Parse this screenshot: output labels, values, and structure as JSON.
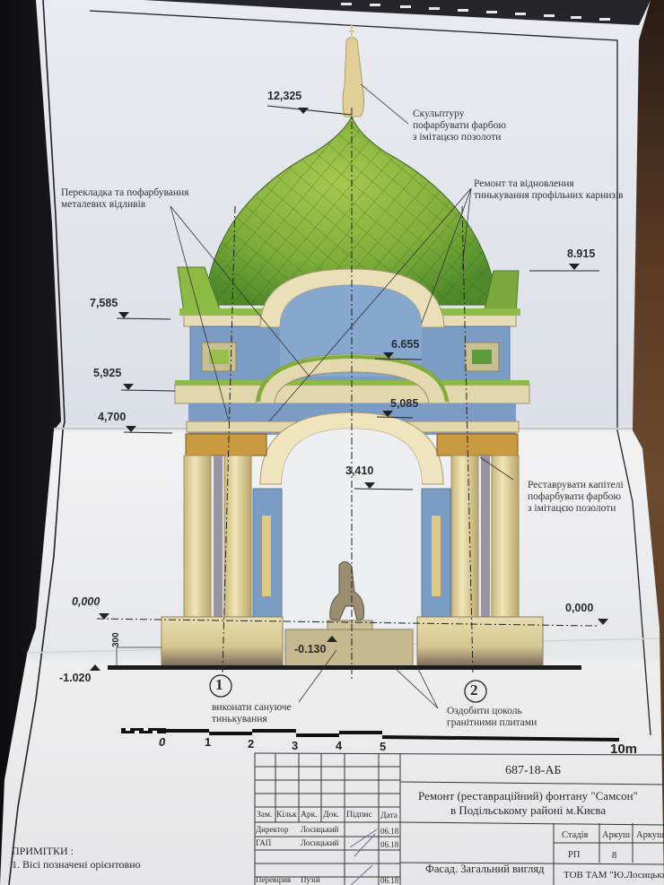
{
  "document": {
    "type": "architectural-facade-drawing",
    "colors": {
      "paper": "#eceef2",
      "dome_green": "#7fae3a",
      "wall_blue": "#7b9cc4",
      "stone_cream": "#e6d8a6",
      "capital_gold": "#c99a3f",
      "line": "#2a2a30"
    }
  },
  "elevations": [
    {
      "id": "e12325",
      "label": "12,325"
    },
    {
      "id": "e8915",
      "label": "8.915"
    },
    {
      "id": "e7585",
      "label": "7,585"
    },
    {
      "id": "e6655",
      "label": "6.655"
    },
    {
      "id": "e5925",
      "label": "5,925"
    },
    {
      "id": "e5085",
      "label": "5,085"
    },
    {
      "id": "e4700",
      "label": "4,700"
    },
    {
      "id": "e3410",
      "label": "3,410"
    },
    {
      "id": "e0000l",
      "label": "0,000"
    },
    {
      "id": "e0000r",
      "label": "0,000"
    },
    {
      "id": "em0130",
      "label": "-0.130"
    },
    {
      "id": "em1020",
      "label": "-1.020"
    }
  ],
  "dimension": {
    "label": "300"
  },
  "annotations": {
    "sculpture": [
      "Скульптуру",
      "пофарбувати фарбою",
      "з імітацєю позолоти"
    ],
    "metal": [
      "Перекладка та пофарбування",
      "металевих відливів"
    ],
    "cornices": [
      "Ремонт та відновлення",
      "тинькування профільних карнизів"
    ],
    "capitals": [
      "Реставрувати капітелі",
      "пофарбувати фарбою",
      "з імітацєю позолоти"
    ],
    "plaster": [
      "виконати сануюче",
      "тинькування"
    ],
    "plinth": [
      "Оздобити цоколь",
      "гранітними плитами"
    ]
  },
  "axes": [
    {
      "label": "1"
    },
    {
      "label": "2"
    }
  ],
  "scale_bar": {
    "ticks": [
      "0",
      "1",
      "2",
      "3",
      "4",
      "5"
    ],
    "end_label": "10m"
  },
  "notes": {
    "title": "ПРИМІТКИ :",
    "items": [
      "1. Вісі позначені орієнтовно"
    ]
  },
  "title_block": {
    "code": "687-18-АБ",
    "project_line1": "Ремонт (реставраційний) фонтану \"Самсон\"",
    "project_line2": "в Подільському районі м.Києва",
    "sheet_title": "Фасад. Загальний вигляд",
    "organization": "ТОВ ТАМ \"Ю.Лосицький\"",
    "headers": [
      "Зам.",
      "Кільк",
      "Арк.",
      "Док.",
      "Підпис",
      "Дата"
    ],
    "signatures": [
      {
        "role": "Директор",
        "name": "Лосицький",
        "date": "06.18"
      },
      {
        "role": "ГАП",
        "name": "Лосицький",
        "date": "06.18"
      },
      {
        "role": "Перевірив",
        "name": "Пузій",
        "date": "06.18"
      }
    ],
    "stage_headers": [
      "Стадія",
      "Аркуш",
      "Аркушів"
    ],
    "stage_values": [
      "РП",
      "8",
      ""
    ]
  }
}
